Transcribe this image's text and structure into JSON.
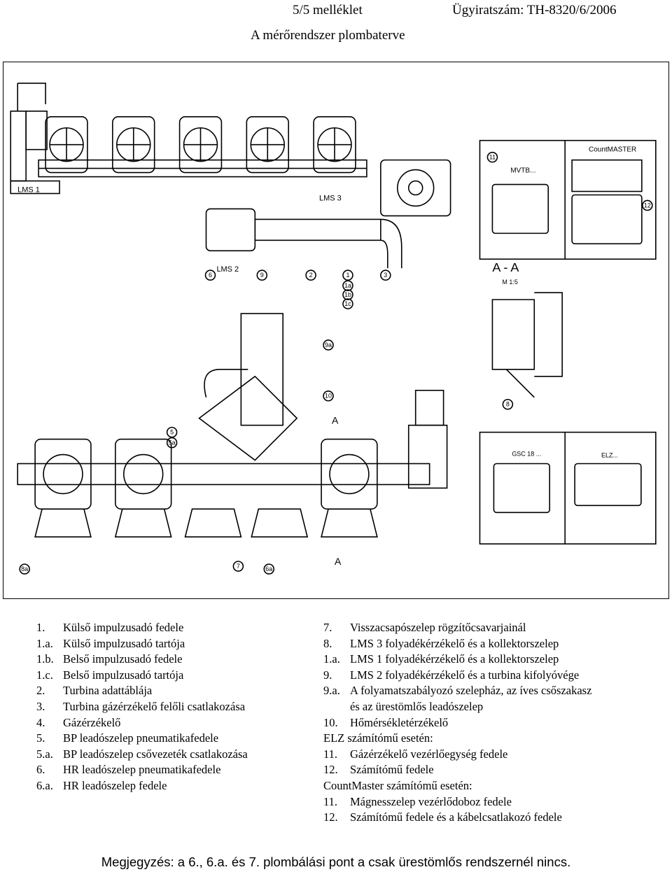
{
  "header": {
    "attachment": "5/5 melléklet",
    "case_number": "Ügyiratszám: TH-8320/6/2006",
    "title": "A mérőrendszer plombaterve"
  },
  "drawing": {
    "labels": {
      "lms1": "LMS 1",
      "lms2": "LMS 2",
      "lms3": "LMS 3",
      "section": "A - A",
      "scale": "M 1:5",
      "arrow_a": "A",
      "mvtb": "MVTB...",
      "countmaster": "CountMASTER",
      "gsc": "GSC 18 ...",
      "elz": "ELZ..."
    },
    "callouts": [
      "1",
      "1a",
      "1b",
      "1c",
      "2",
      "3",
      "6",
      "9",
      "9a",
      "10",
      "5",
      "5a",
      "7",
      "6a",
      "8a",
      "8",
      "11",
      "12"
    ]
  },
  "legend_left": [
    {
      "num": "1.",
      "text": "Külső impulzusadó fedele"
    },
    {
      "num": "1.a.",
      "text": "Külső impulzusadó tartója"
    },
    {
      "num": "1.b.",
      "text": "Belső impulzusadó fedele"
    },
    {
      "num": "1.c.",
      "text": "Belső impulzusadó tartója"
    },
    {
      "num": "2.",
      "text": "Turbina adattáblája"
    },
    {
      "num": "3.",
      "text": "Turbina gázérzékelő felőli csatlakozása"
    },
    {
      "num": "4.",
      "text": "Gázérzékelő"
    },
    {
      "num": "5.",
      "text": "BP leadószelep pneumatikafedele"
    },
    {
      "num": "5.a.",
      "text": "BP leadószelep csővezeték csatlakozása"
    },
    {
      "num": "6.",
      "text": "HR leadószelep pneumatikafedele"
    },
    {
      "num": "6.a.",
      "text": "HR leadószelep fedele"
    }
  ],
  "legend_right": [
    {
      "num": "7.",
      "text": "Visszacsapószelep rögzítőcsavarjainál"
    },
    {
      "num": "8.",
      "text": "LMS 3 folyadékérzékelő és a kollektorszelep"
    },
    {
      "num": "1.a.",
      "text": "LMS 1 folyadékérzékelő és a kollektorszelep"
    },
    {
      "num": "9.",
      "text": "LMS 2 folyadékérzékelő és a turbina kifolyóvége"
    },
    {
      "num": "9.a.",
      "text": "A folyamatszabályozó szelepház, az íves csőszakasz"
    },
    {
      "num": "",
      "text": "és az ürestömlős leadószelep"
    },
    {
      "num": "10.",
      "text": "Hőmérsékletérzékelő"
    },
    {
      "num": "",
      "text": "ELZ számítómű esetén:"
    },
    {
      "num": "11.",
      "text": "Gázérzékelő vezérlőegység fedele"
    },
    {
      "num": "12.",
      "text": "Számítómű fedele"
    },
    {
      "num": "",
      "text": "CountMaster számítómű esetén:"
    },
    {
      "num": "11.",
      "text": "Mágnesszelep vezérlődoboz fedele"
    },
    {
      "num": "12.",
      "text": "Számítómű fedele és a kábelcsatlakozó fedele"
    }
  ],
  "note": "Megjegyzés: a 6., 6.a. és 7. plombálási pont a csak ürestömlős rendszernél nincs."
}
